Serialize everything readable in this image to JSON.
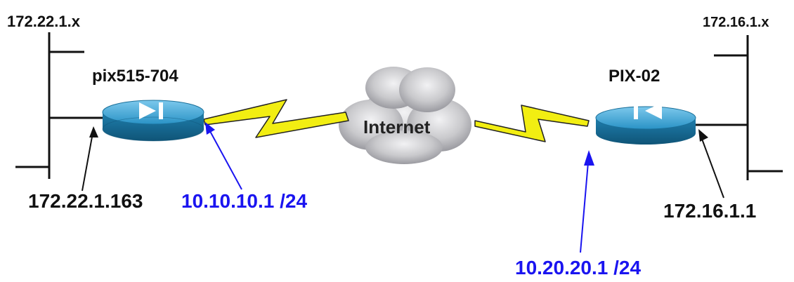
{
  "diagram": {
    "left_site": {
      "network": "172.22.1.x",
      "firewall_name": "pix515-704",
      "inside_ip": "172.22.1.163",
      "outside_ip": "10.10.10.1 /24"
    },
    "right_site": {
      "network": "172.16.1.x",
      "firewall_name": "PIX-02",
      "inside_ip": "172.16.1.1",
      "outside_ip": "10.20.20.1 /24"
    },
    "cloud": {
      "label": "Internet"
    }
  },
  "colors": {
    "firewall_top": "#2f9fd0",
    "firewall_side": "#1a6f99",
    "link_lightning": "#f2ee12",
    "outside_arrow": "#1a14f0",
    "inside_arrow": "#111111",
    "cloud_fill": "#c9c9cc"
  },
  "icons": {
    "left_firewall": "firewall-icon",
    "right_firewall": "firewall-icon",
    "wan_links": "lightning-serial-link-icon",
    "internet": "cloud-icon"
  }
}
